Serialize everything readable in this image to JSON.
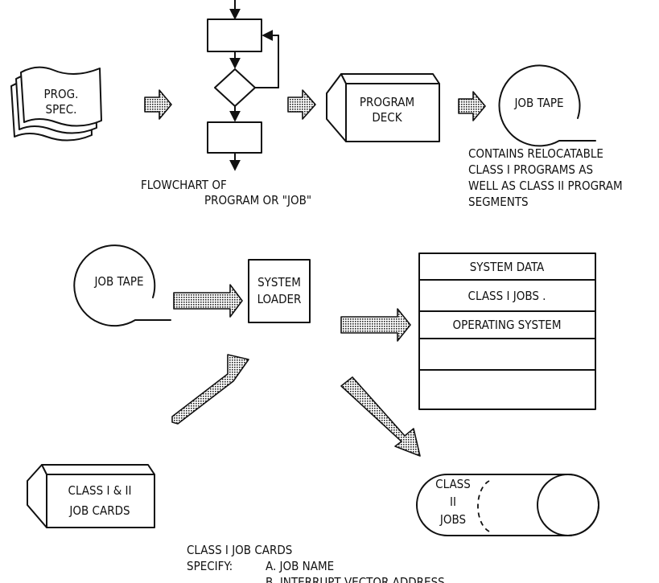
{
  "top": {
    "prog_spec": [
      "PROG.",
      "SPEC."
    ],
    "flowchart_caption": [
      "FLOWCHART OF",
      "PROGRAM OR \"JOB\""
    ],
    "program_deck": [
      "PROGRAM",
      "DECK"
    ],
    "job_tape": "JOB TAPE",
    "job_tape_note": [
      "CONTAINS RELOCATABLE",
      "CLASS I PROGRAMS AS",
      "WELL AS CLASS II PROGRAM",
      "SEGMENTS"
    ]
  },
  "bottom": {
    "job_tape": "JOB TAPE",
    "system_loader": [
      "SYSTEM",
      "LOADER"
    ],
    "memory_rows": [
      "SYSTEM DATA",
      "CLASS I JOBS .",
      "OPERATING SYSTEM",
      ""
    ],
    "job_cards": [
      "CLASS I & II",
      "JOB CARDS"
    ],
    "class2_jobs": [
      "CLASS",
      "II",
      "JOBS"
    ],
    "job_cards_note": {
      "line1": "CLASS I JOB CARDS",
      "line2_label": "SPECIFY:",
      "item_a": "A.  JOB NAME",
      "item_b": "B.  INTERRUPT VECTOR ADDRESS"
    }
  }
}
